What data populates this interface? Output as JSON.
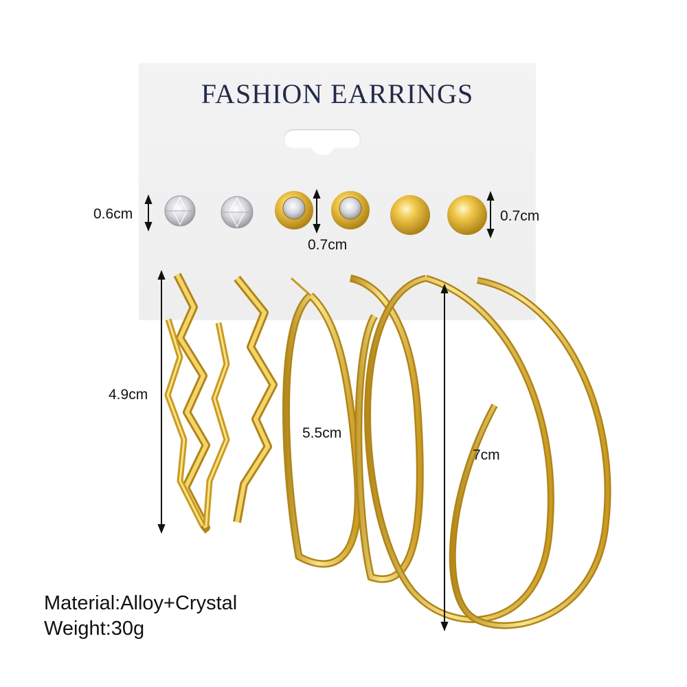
{
  "card": {
    "title": "FASHION EARRINGS"
  },
  "measurements": {
    "crystal_stud": "0.6cm",
    "bezel_stud": "0.7cm",
    "ball_stud": "0.7cm",
    "wavy_hoop": "4.9cm",
    "medium_hoop": "5.5cm",
    "large_hoop": "7cm"
  },
  "specs": {
    "material": "Material:Alloy+Crystal",
    "weight": "Weight:30g"
  },
  "colors": {
    "gold": "#e2b535",
    "gold_light": "#f8e48a",
    "gold_dark": "#a97d10",
    "card": "#f1f1f1",
    "text": "#111111",
    "title": "#232a4a"
  }
}
